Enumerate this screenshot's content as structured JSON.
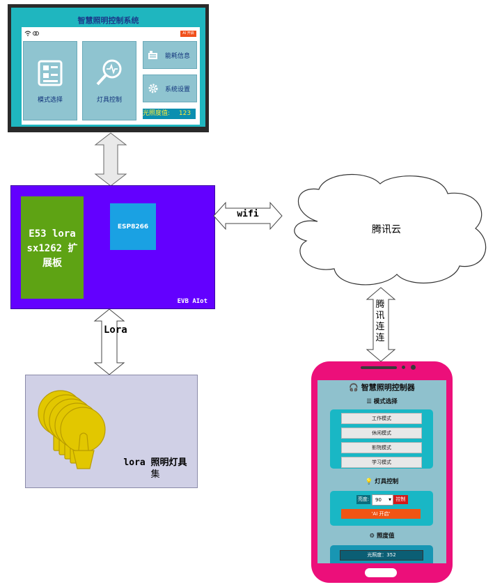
{
  "monitor": {
    "title": "智慧照明控制系统",
    "ai_badge": "AI 开启",
    "tiles": {
      "mode_select": "模式选择",
      "light_control": "灯具控制",
      "energy_info": "能耗信息",
      "system_settings": "系统设置"
    },
    "lux_label": "光照度值:",
    "lux_value": "123"
  },
  "board": {
    "e53_line1": "E53 lora",
    "e53_line2": "sx1262 扩",
    "e53_line3": "展板",
    "esp_label": "ESP8266",
    "board_label": "EVB AIot"
  },
  "links": {
    "wifi": "wifi",
    "lora": "Lora",
    "tencent_link": "腾讯连连"
  },
  "cloud": {
    "label": "腾讯云"
  },
  "lamps": {
    "label_line1": "lora 照明灯具",
    "label_line2": "集"
  },
  "phone": {
    "title": "智慧照明控制器",
    "mode_section": "模式选择",
    "modes": [
      "工作模式",
      "休闲模式",
      "影院模式",
      "学习模式"
    ],
    "light_section": "灯具控制",
    "brightness_label": "亮度:",
    "brightness_value": "90",
    "control_button": "控制",
    "ai_button": "'AI 开启'",
    "lux_section": "照度值",
    "lux_readout": "光照度：352"
  },
  "colors": {
    "board": "#6300ff",
    "e53": "#5ea314",
    "esp": "#1aa1e3",
    "phone_frame": "#ec0f7a",
    "screen_teal": "#1fb6bf"
  }
}
